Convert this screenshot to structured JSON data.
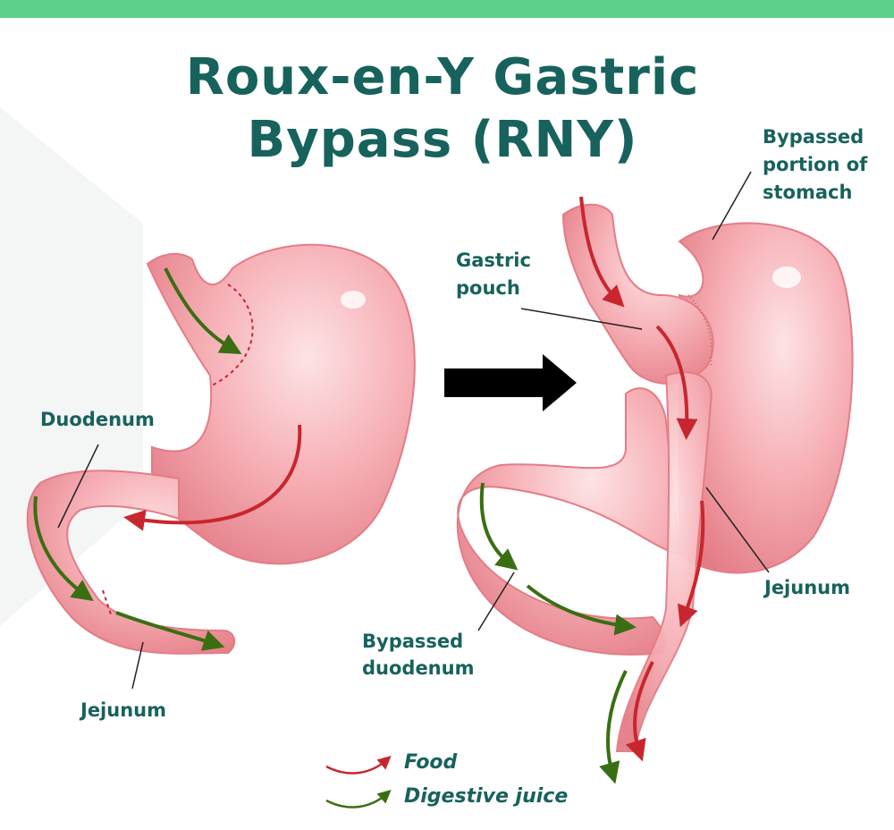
{
  "title_line1": "Roux-en-Y Gastric",
  "title_line2": "Bypass (RNY)",
  "labels": {
    "duodenum": "Duodenum",
    "jejunum_left": "Jejunum",
    "bypassed_stomach": [
      "Bypassed",
      "portion of",
      "stomach"
    ],
    "gastric_pouch": [
      "Gastric",
      "pouch"
    ],
    "jejunum_right": "Jejunum",
    "bypassed_duodenum": [
      "Bypassed",
      "duodenum"
    ]
  },
  "legend": {
    "food": "Food",
    "digestive_juice": "Digestive juice"
  },
  "colors": {
    "accent_bar": "#5ccf8a",
    "title": "#17625c",
    "food_arrow": "#c8262e",
    "juice_arrow": "#3a6e12",
    "organ": "#f29aa2"
  }
}
